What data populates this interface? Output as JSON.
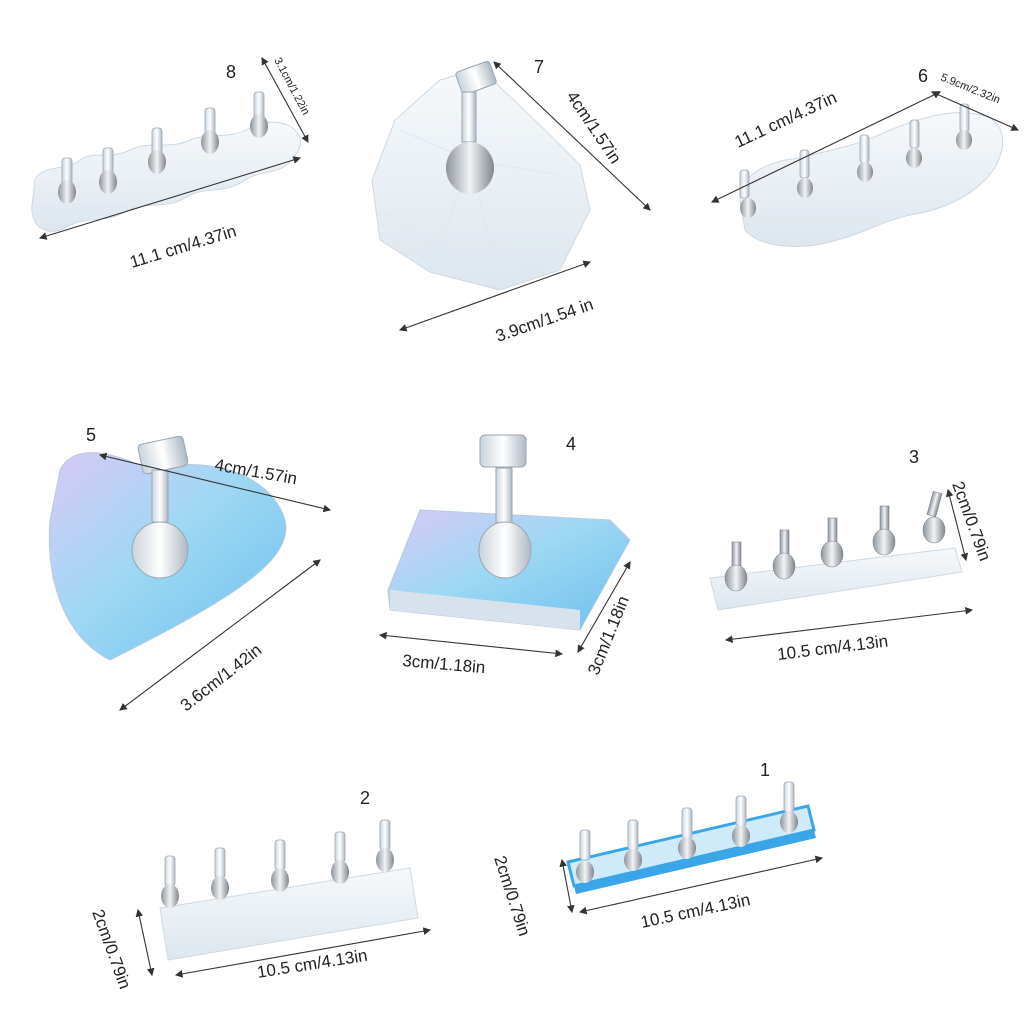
{
  "products": [
    {
      "number": "1",
      "dims": [
        "10.5 cm/4.13in",
        "2cm/0.79in"
      ],
      "shape": "bar-blue"
    },
    {
      "number": "2",
      "dims": [
        "10.5 cm/4.13in",
        "2cm/0.79in"
      ],
      "shape": "bar-clear"
    },
    {
      "number": "3",
      "dims": [
        "10.5 cm/4.13in",
        "2cm/0.79in"
      ],
      "shape": "bar-silver"
    },
    {
      "number": "4",
      "dims": [
        "3cm/1.18in",
        "3cm/1.18in"
      ],
      "shape": "square-holo"
    },
    {
      "number": "5",
      "dims": [
        "4cm/1.57in",
        "3.6cm/1.42in"
      ],
      "shape": "heart-holo"
    },
    {
      "number": "6",
      "dims": [
        "11.1 cm/4.37in",
        "5.9cm/2.32in"
      ],
      "shape": "cloud-glitter"
    },
    {
      "number": "7",
      "dims": [
        "4cm/1.57in",
        "3.9cm/1.54 in"
      ],
      "shape": "heart-gem"
    },
    {
      "number": "8",
      "dims": [
        "11.1 cm/4.37in",
        "3.1cm/1.22in"
      ],
      "shape": "wave-glitter"
    }
  ],
  "colors": {
    "holo_blue": "#8fd0f0",
    "holo_purple": "#c7b6ef",
    "resin_clear": "#eef3f7",
    "silver": "#b9bec4",
    "blue_edge": "#3aa6e8"
  }
}
